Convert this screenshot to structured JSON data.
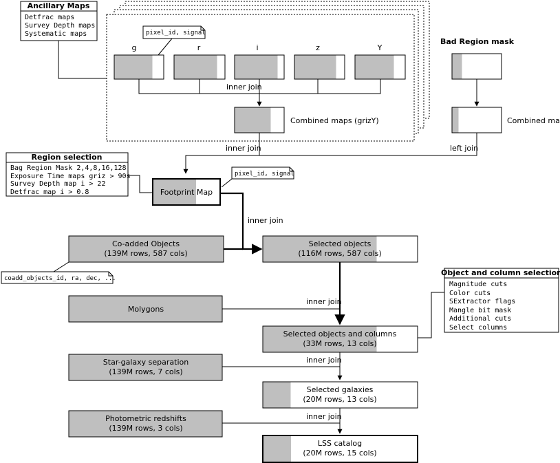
{
  "ancillary": {
    "title": "Ancillary Maps",
    "items": [
      "Detfrac maps",
      "Survey Depth maps",
      "Systematic maps"
    ]
  },
  "bands": [
    "g",
    "r",
    "i",
    "z",
    "Y"
  ],
  "notes": {
    "pixel_signal_1": "pixel_id, signal",
    "pixel_signal_2": "pixel_id, signal",
    "coadd_columns": "coadd_objects_id, ra, dec, ..."
  },
  "bad_region": {
    "title": "Bad Region mask",
    "combined_label": "Combined mask"
  },
  "combined_maps_label": "Combined maps (grizY)",
  "joins": {
    "inner": "inner join",
    "left": "left join"
  },
  "region_selection": {
    "title": "Region selection",
    "items": [
      "Bag Region Mask 2,4,8,16,128",
      "Exposure Time maps griz  > 90s",
      "Survey Depth map i > 22",
      "Detfrac map  i > 0.8"
    ]
  },
  "footprint": {
    "label": "Footprint Map"
  },
  "nodes": {
    "coadded": {
      "line1": "Co-added Objects",
      "line2": "(139M rows, 587 cols)"
    },
    "selected_objects": {
      "line1": "Selected objects",
      "line2": "(116M rows, 587 cols)"
    },
    "molygons": {
      "line1": "Molygons"
    },
    "selected_objcols": {
      "line1": "Selected objects and columns",
      "line2": "(33M rows,  13 cols)"
    },
    "star_galaxy": {
      "line1": "Star-galaxy separation",
      "line2": "(139M rows, 7 cols)"
    },
    "selected_galaxies": {
      "line1": "Selected galaxies",
      "line2": "(20M rows, 13 cols)"
    },
    "photoz": {
      "line1": "Photometric redshifts",
      "line2": "(139M rows, 3 cols)"
    },
    "lss": {
      "line1": "LSS catalog",
      "line2": "(20M rows, 15 cols)"
    }
  },
  "object_selection": {
    "title": "Object and column selection",
    "items": [
      "Magnitude cuts",
      "Color cuts",
      "SExtractor flags",
      "Mangle bit mask",
      "Additional cuts",
      "Select columns"
    ]
  }
}
